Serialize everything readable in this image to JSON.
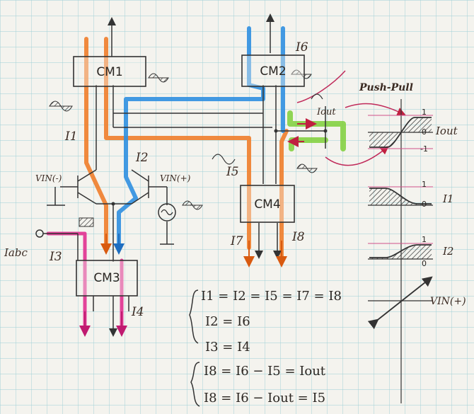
{
  "blocks": {
    "cm1": "CM1",
    "cm2": "CM2",
    "cm3": "CM3",
    "cm4": "CM4"
  },
  "currents": {
    "i1": "I1",
    "i2": "I2",
    "i3": "I3",
    "i4": "I4",
    "i5": "I5",
    "i6": "I6",
    "i7": "I7",
    "i8": "I8",
    "iout": "Iout",
    "iabc": "Iabc"
  },
  "inputs": {
    "vin_minus": "VIN(-)",
    "vin_plus": "VIN(+)"
  },
  "push_pull": "Push-Pull",
  "graphs": {
    "g1": {
      "label": "Iout",
      "top_tick": "1",
      "mid_tick": "0",
      "bot_tick": "-1"
    },
    "g2": {
      "label": "I1",
      "top_tick": "1",
      "bot_tick": "0"
    },
    "g3": {
      "label": "I2",
      "top_tick": "1",
      "bot_tick": "0"
    },
    "g4": {
      "label": "VIN(+)"
    }
  },
  "equations": {
    "group1": [
      "I1 = I2 = I5 = I7 = I8",
      "I2 = I6",
      "I3 = I4"
    ],
    "group2": [
      "I8 = I6 − I5 = Iout",
      "I8 = I6 − Iout = I5"
    ]
  },
  "colors": {
    "paper": "#f4f3ee",
    "grid": "#9ccfd6",
    "orange": "#ef7d2a",
    "blue": "#2f8fe0",
    "magenta": "#e0308f",
    "green": "#7fd03a",
    "ink": "#2a2622"
  }
}
